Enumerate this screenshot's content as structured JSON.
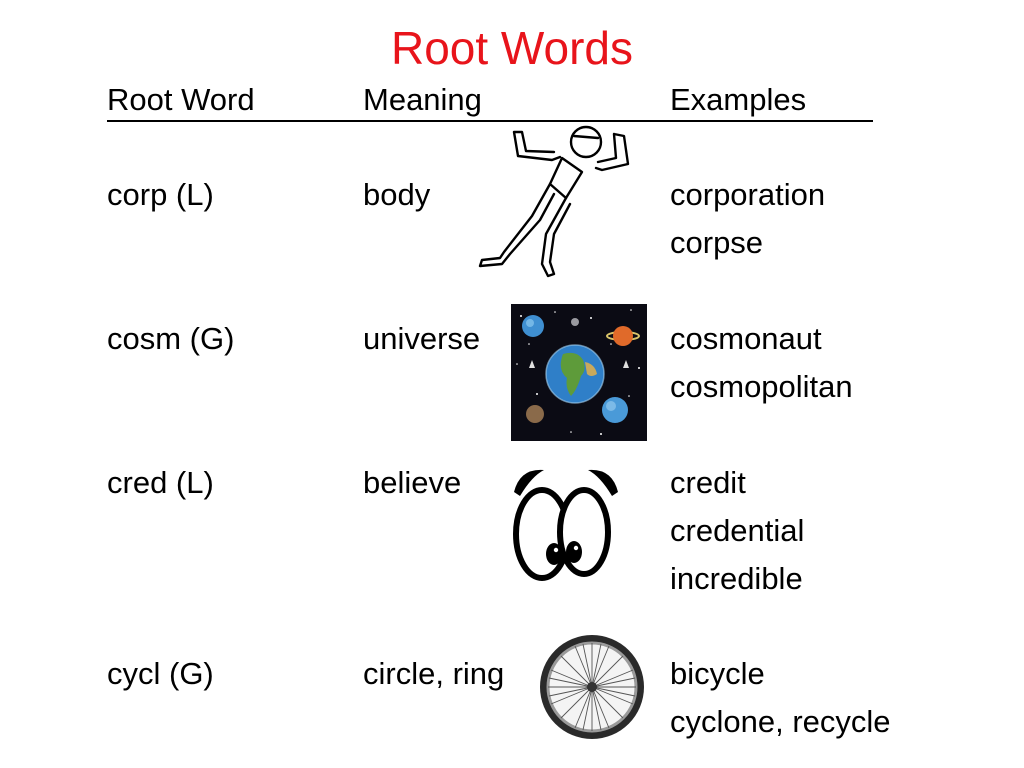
{
  "title": "Root Words",
  "headers": {
    "root_word": "Root Word",
    "meaning": "Meaning",
    "examples": "Examples"
  },
  "rows": [
    {
      "root": "corp (L)",
      "meaning": "body",
      "examples": [
        "corporation",
        "corpse"
      ],
      "icon": "stick-figure-icon"
    },
    {
      "root": "cosm (G)",
      "meaning": "universe",
      "examples": [
        "cosmonaut",
        "cosmopolitan"
      ],
      "icon": "universe-planets-icon"
    },
    {
      "root": "cred (L)",
      "meaning": "believe",
      "examples": [
        "credit",
        "credential",
        "incredible"
      ],
      "icon": "cartoon-eyes-icon"
    },
    {
      "root": "cycl (G)",
      "meaning": "circle, ring",
      "examples": [
        "bicycle",
        "cyclone, recycle"
      ],
      "icon": "bicycle-wheel-icon"
    }
  ],
  "colors": {
    "title": "#e8141b",
    "text": "#000000",
    "space": "#0b0b14"
  }
}
